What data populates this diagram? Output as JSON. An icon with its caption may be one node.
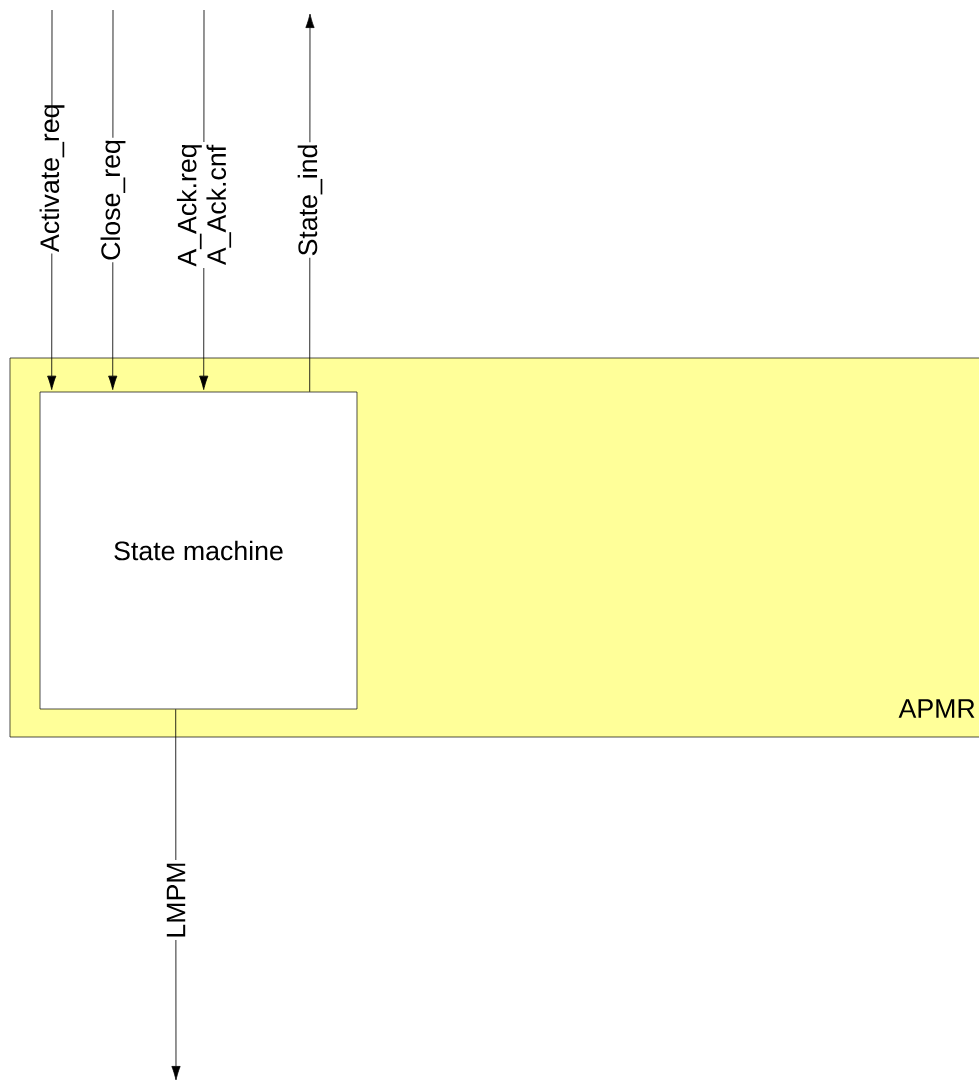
{
  "diagram": {
    "nodes": [
      {
        "text": [
          "APMR"
        ]
      },
      {
        "text": [
          "State machine"
        ],
        "in": 0
      }
    ],
    "edges": [
      {
        "from": null,
        "to": 1,
        "arrow": "to",
        "label": "Activate_req"
      },
      {
        "from": null,
        "to": 1,
        "arrow": "to",
        "label": "Close_req"
      },
      {
        "from": null,
        "to": 1,
        "arrow": "to",
        "label": "A_Ack.req A_Ack.cnf"
      },
      {
        "from": 1,
        "to": null,
        "arrow": "to",
        "label": "State_ind"
      },
      {
        "from": 1,
        "to": null,
        "arrow": "to",
        "label": "LMPM"
      }
    ]
  }
}
